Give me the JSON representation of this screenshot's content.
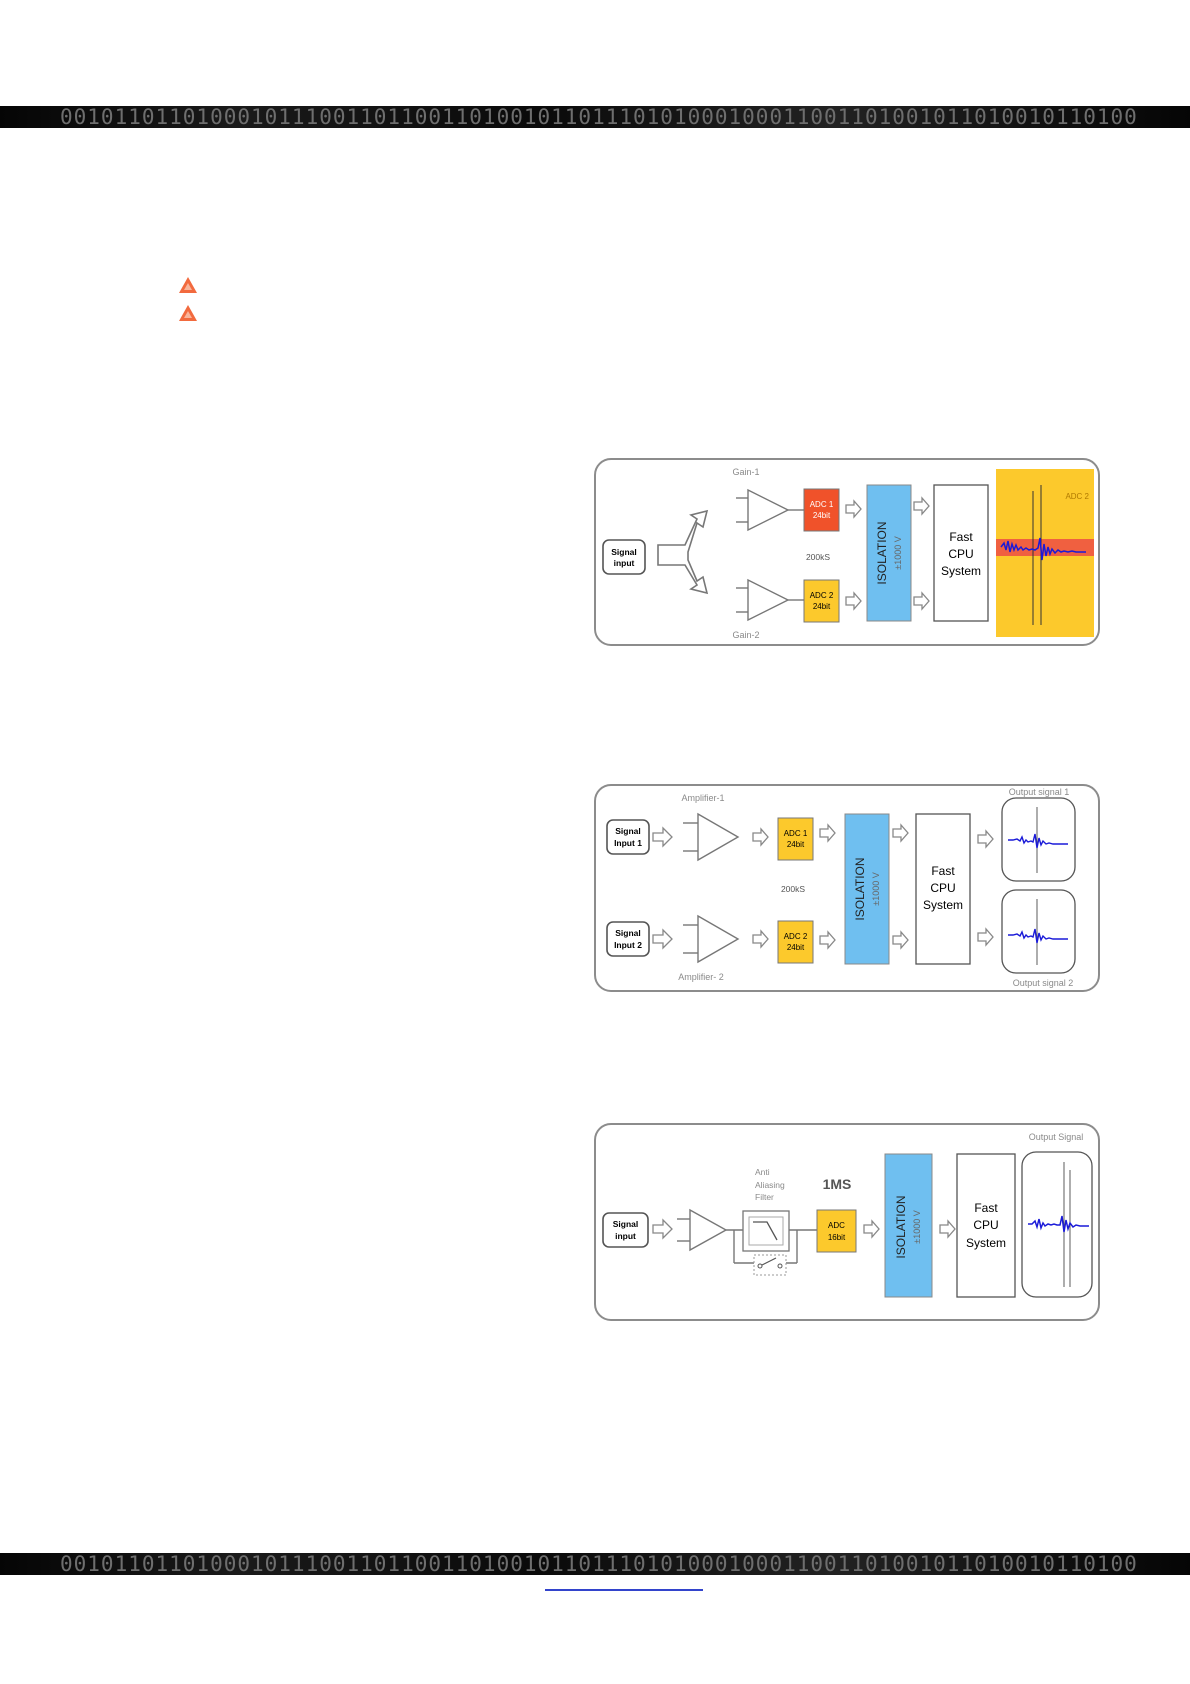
{
  "band": {
    "digits": "0010110110100010111001101100110100101101110101000100011001101001011010010110100101"
  },
  "icons": {
    "bullet": "red-triangle-logo-icon"
  },
  "colors": {
    "adc_orange": "#f0522a",
    "adc_yellow": "#fcc92c",
    "isolation_blue": "#6fbff0",
    "waveform_blue": "#1a1ad8",
    "border_gray": "#8c8c8c",
    "label_gray": "#8a8a8a"
  },
  "diagram1": {
    "gain1": "Gain-1",
    "gain2": "Gain-2",
    "signal_input": [
      "Signal",
      "input"
    ],
    "adc1": [
      "ADC 1",
      "24bit"
    ],
    "adc2": [
      "ADC 2",
      "24bit"
    ],
    "rate": "200kS",
    "isolation": "ISOLATION",
    "voltage": "±1000 V",
    "cpu": [
      "Fast",
      "CPU",
      "System"
    ],
    "panel_label": "ADC 2"
  },
  "diagram2": {
    "amp1": "Amplifier-1",
    "amp2": "Amplifier- 2",
    "input1": [
      "Signal",
      "Input 1"
    ],
    "input2": [
      "Signal",
      "Input 2"
    ],
    "adc1": [
      "ADC 1",
      "24bit"
    ],
    "adc2": [
      "ADC 2",
      "24bit"
    ],
    "rate": "200kS",
    "isolation": "ISOLATION",
    "voltage": "±1000 V",
    "cpu": [
      "Fast",
      "CPU",
      "System"
    ],
    "out1": "Output signal 1",
    "out2": "Output signal 2"
  },
  "diagram3": {
    "signal_input": [
      "Signal",
      "input"
    ],
    "filter": [
      "Anti",
      "Aliasing",
      "Filter"
    ],
    "rate": "1MS",
    "adc": [
      "ADC",
      "16bit"
    ],
    "isolation": "ISOLATION",
    "voltage": "±1000 V",
    "cpu": [
      "Fast",
      "CPU",
      "System"
    ],
    "out": "Output Signal"
  }
}
